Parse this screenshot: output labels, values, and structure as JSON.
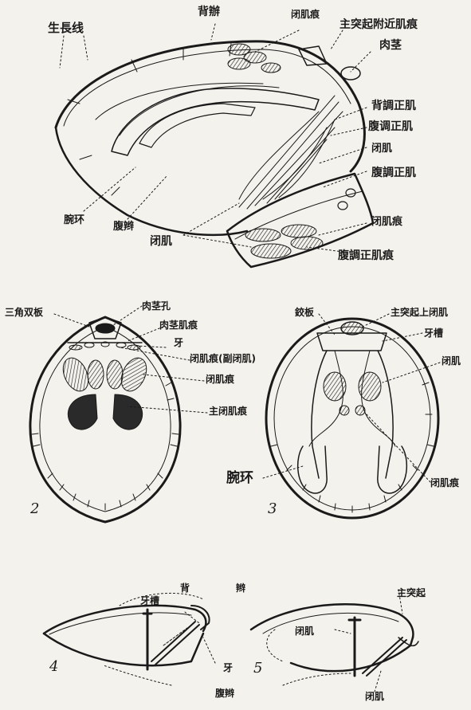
{
  "fig1": {
    "labels": {
      "growth_line": "生長线",
      "dorsal_valve": "背辦",
      "adductor_scar": "闭肌痕",
      "near_process_scar": "主突起附近肌痕",
      "pedicle": "肉茎",
      "dorsal_adjustor": "背調正肌",
      "ventral_adjustor_a": "腹调正肌",
      "adductor": "闭肌",
      "ventral_adjustor_b": "腹調正肌",
      "brachidium": "腕环",
      "ventral_valve": "腹辫",
      "adductor_2": "闭肌",
      "adductor_scar_2": "闭肌痕",
      "ventral_adjustor_scar": "腹調正肌痕"
    }
  },
  "fig2": {
    "number": "2",
    "labels": {
      "deltidial_plate": "三角双板",
      "pedicle_foramen": "肉茎孔",
      "pedicle_muscle_scar": "肉茎肌痕",
      "tooth": "牙",
      "scar_secondary": "闭肌痕(副闭肌)",
      "adductor_scar": "闭肌痕",
      "main_adductor_scar": "主闭肌痕"
    }
  },
  "fig3": {
    "number": "3",
    "labels": {
      "hinge_plate": "鉸板",
      "cardinal_process": "主突起上闭肌",
      "socket": "牙槽",
      "adductor": "闭肌",
      "brachidium": "腕环",
      "adductor_scar": "闭肌痕"
    }
  },
  "fig4": {
    "number": "4",
    "labels": {
      "dorsal": "背",
      "valve": "辫",
      "socket": "牙槽",
      "tooth": "牙",
      "ventral_valve": "腹辫"
    }
  },
  "fig5": {
    "number": "5",
    "labels": {
      "cardinal_process": "主突起",
      "adductor": "闭肌",
      "adductor_bottom": "闭肌"
    }
  },
  "colors": {
    "ink": "#1a1a1a",
    "paper": "#f4f2ec"
  }
}
